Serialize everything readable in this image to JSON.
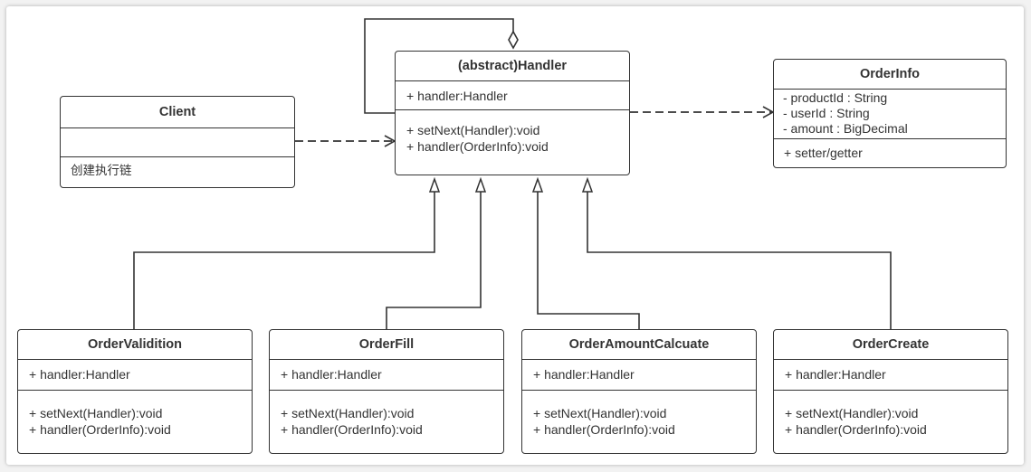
{
  "colors": {
    "line": "#333333",
    "background": "#ffffff",
    "page": "#f2f2f2"
  },
  "classes": {
    "handler": {
      "name": "(abstract)Handler",
      "attributes": [
        "+ handler:Handler"
      ],
      "operations": [
        "+ setNext(Handler):void",
        "+ handler(OrderInfo):void"
      ]
    },
    "client": {
      "name": "Client",
      "attributes": [],
      "operations": [
        "创建执行链"
      ]
    },
    "order_info": {
      "name": "OrderInfo",
      "attributes": [
        "- productId : String",
        "- userId : String",
        "- amount : BigDecimal"
      ],
      "operations": [
        "+ setter/getter"
      ]
    },
    "order_validition": {
      "name": "OrderValidition",
      "attributes": [
        "+ handler:Handler"
      ],
      "operations": [
        "+ setNext(Handler):void",
        "+ handler(OrderInfo):void"
      ]
    },
    "order_fill": {
      "name": "OrderFill",
      "attributes": [
        "+ handler:Handler"
      ],
      "operations": [
        "+ setNext(Handler):void",
        "+ handler(OrderInfo):void"
      ]
    },
    "order_amount": {
      "name": "OrderAmountCalcuate",
      "attributes": [
        "+ handler:Handler"
      ],
      "operations": [
        "+ setNext(Handler):void",
        "+ handler(OrderInfo):void"
      ]
    },
    "order_create": {
      "name": "OrderCreate",
      "attributes": [
        "+ handler:Handler"
      ],
      "operations": [
        "+ setNext(Handler):void",
        "+ handler(OrderInfo):void"
      ]
    }
  },
  "relations": [
    {
      "type": "aggregation",
      "from": "handler",
      "to": "handler"
    },
    {
      "type": "dependency",
      "from": "client",
      "to": "handler"
    },
    {
      "type": "dependency",
      "from": "handler",
      "to": "order_info"
    },
    {
      "type": "generalization",
      "from": "order_validition",
      "to": "handler"
    },
    {
      "type": "generalization",
      "from": "order_fill",
      "to": "handler"
    },
    {
      "type": "generalization",
      "from": "order_amount",
      "to": "handler"
    },
    {
      "type": "generalization",
      "from": "order_create",
      "to": "handler"
    }
  ]
}
